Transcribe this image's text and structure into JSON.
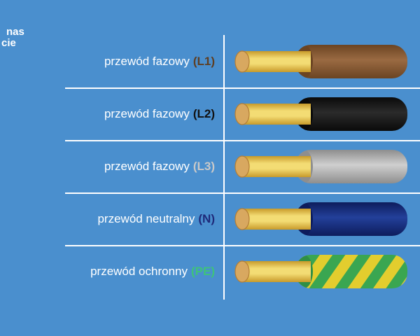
{
  "header_fragment": [
    "nas",
    "cie"
  ],
  "rows": [
    {
      "label": "przewód fazowy",
      "code": "(L1)",
      "code_color": "#5e3e22",
      "insulation": "brown",
      "insulation_colors": [
        "#6b4422",
        "#9a6a42",
        "#6b4422"
      ]
    },
    {
      "label": "przewód fazowy",
      "code": "(L2)",
      "code_color": "#111111",
      "insulation": "black",
      "insulation_colors": [
        "#0a0a0a",
        "#2b2b2b",
        "#0a0a0a"
      ]
    },
    {
      "label": "przewód fazowy",
      "code": "(L3)",
      "code_color": "#c9c9c9",
      "insulation": "grey",
      "insulation_colors": [
        "#8e8e8e",
        "#cfcfcf",
        "#8e8e8e"
      ]
    },
    {
      "label": "przewód neutralny",
      "code": "(N)",
      "code_color": "#1f2a7a",
      "insulation": "blue",
      "insulation_colors": [
        "#0d1c5c",
        "#23409a",
        "#0d1c5c"
      ]
    },
    {
      "label": "przewód ochronny",
      "code": "(PE)",
      "code_color": "#3ec37a",
      "insulation": "yellow-green",
      "insulation_colors": [
        "#3aa651",
        "#e3cd2e"
      ]
    }
  ],
  "colors": {
    "background": "#4a8fce",
    "divider": "#ffffff",
    "copper_light": "#f3dc74",
    "copper_dark": "#c89a2a"
  }
}
